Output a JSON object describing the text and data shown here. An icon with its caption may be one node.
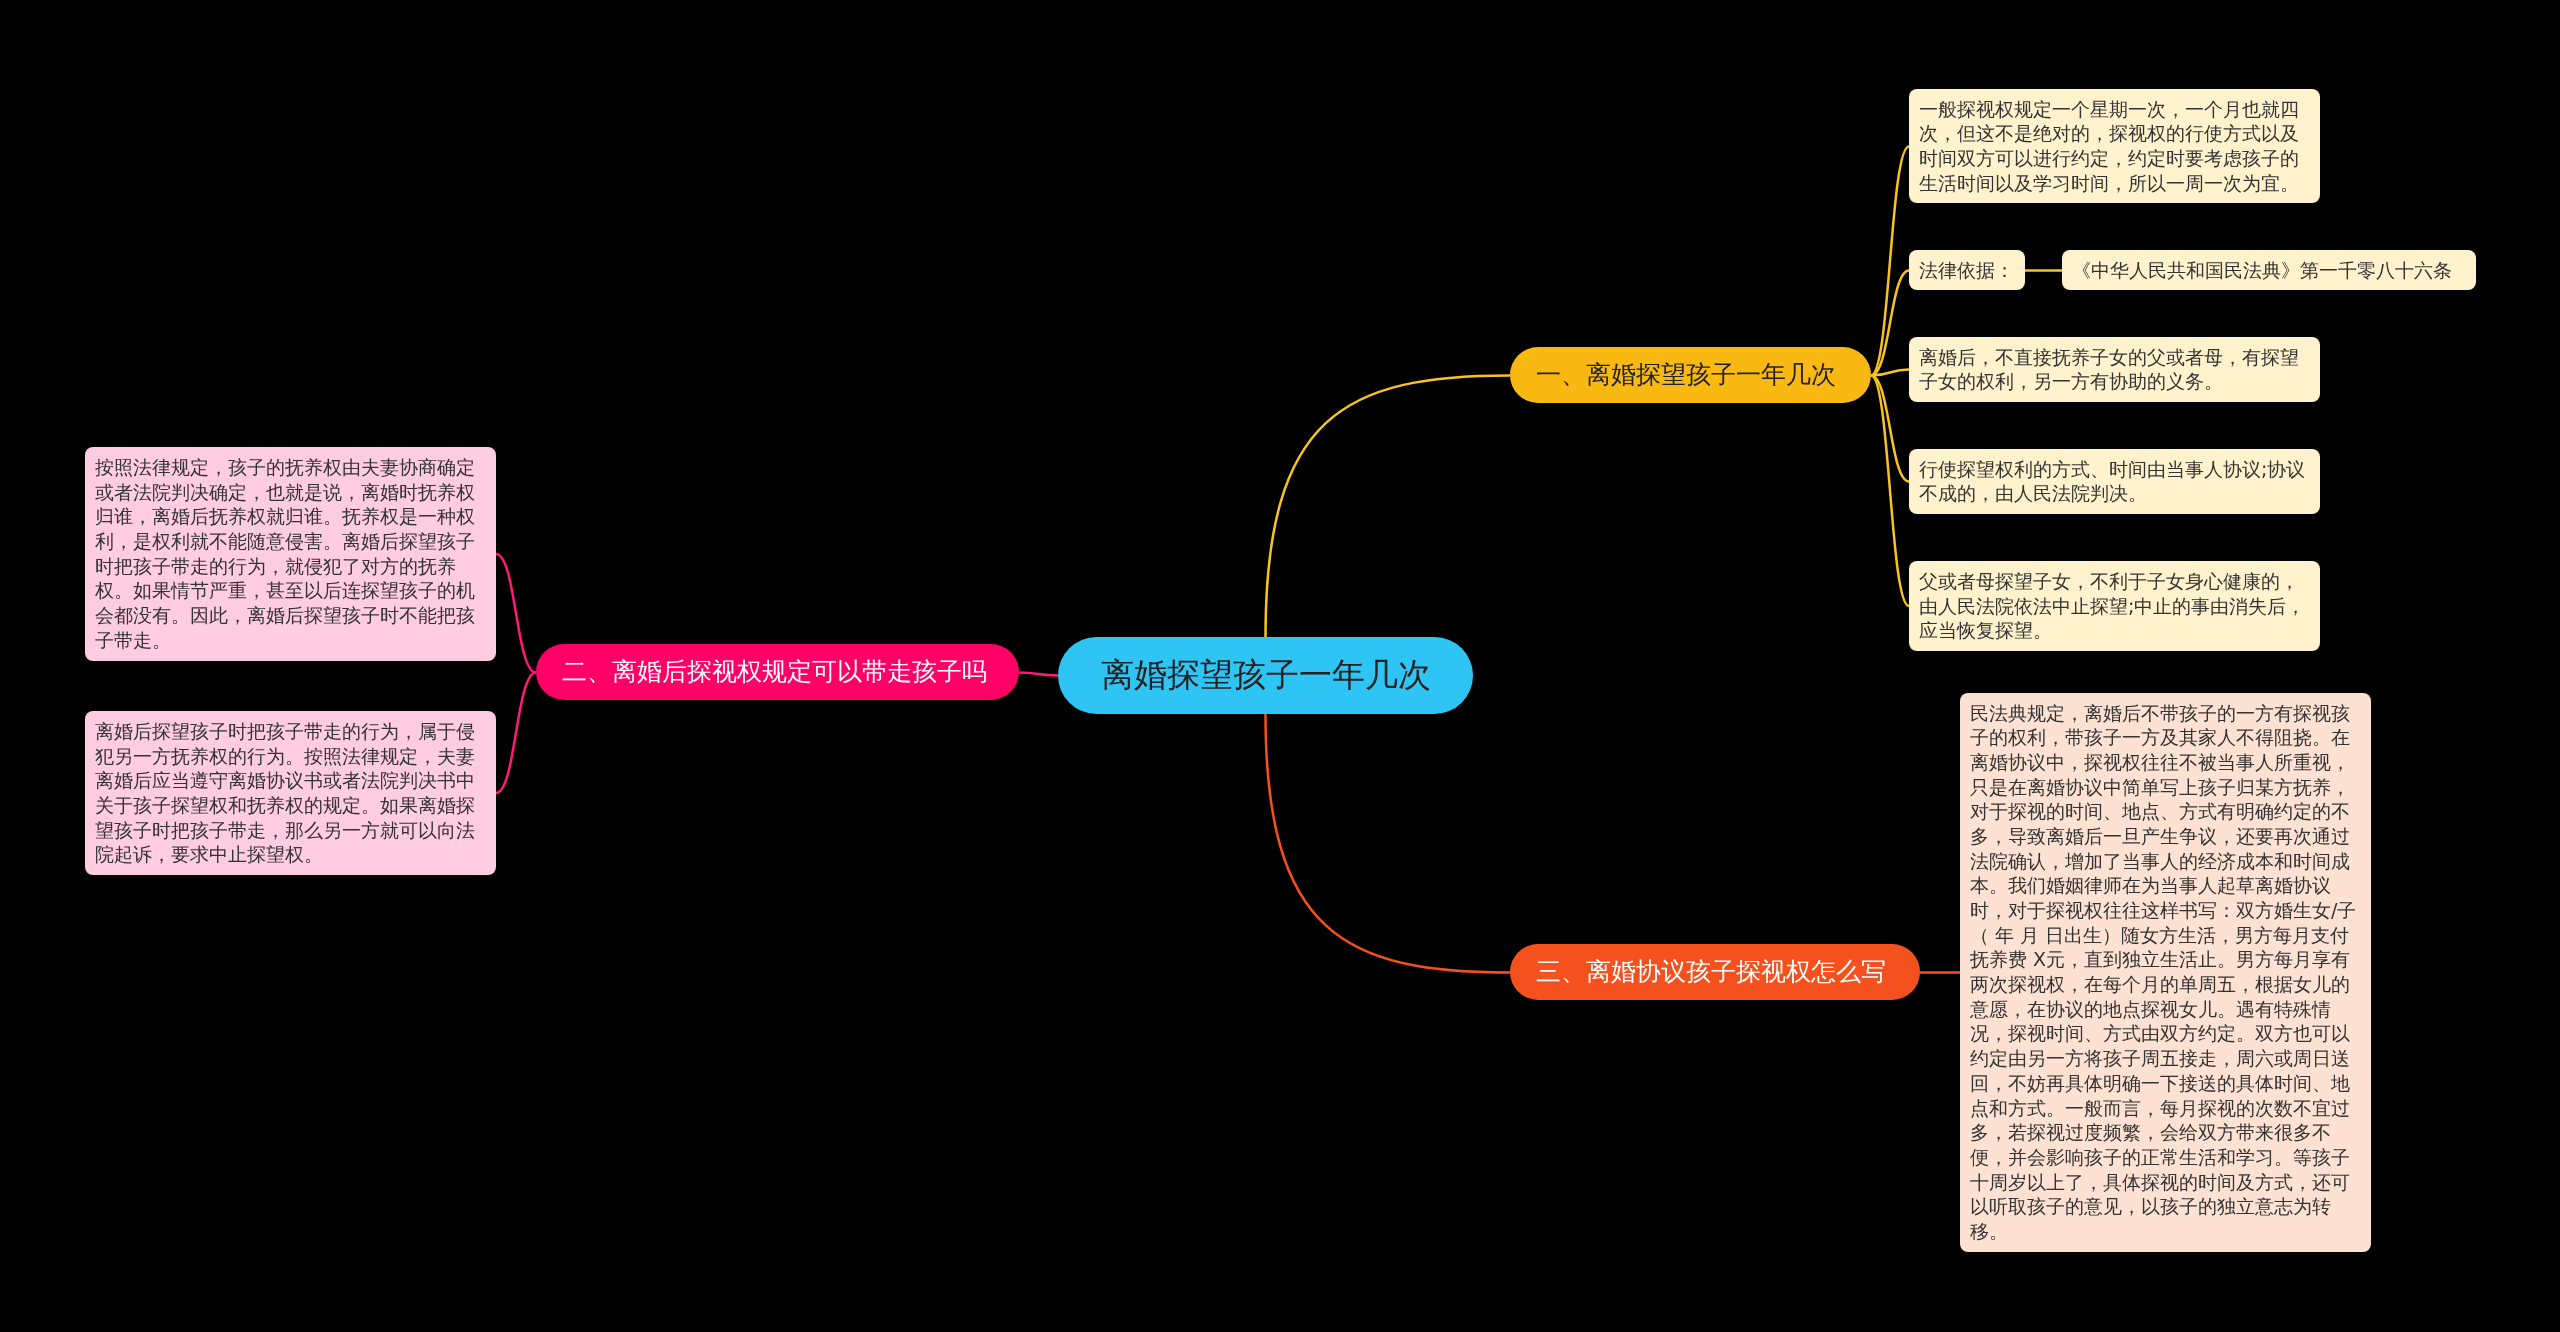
{
  "diagram": {
    "nodes": [
      {
        "text": [
          "离婚探望孩子一年几次"
        ]
      },
      {
        "text": [
          "一、离婚探望孩子一年几次"
        ]
      },
      {
        "text": [
          "一般探视权规定一个星期一次，一个月也就四次，但这不是绝对的，探视权的行使方式以及时间双方可以进行约定，约定时要考虑孩子的生活时间以及学习时间，所以一周一次为宜。"
        ]
      },
      {
        "text": [
          "法律依据："
        ]
      },
      {
        "text": [
          "《中华人民共和国民法典》第一千零八十六条"
        ]
      },
      {
        "text": [
          "离婚后，不直接抚养子女的父或者母，有探望子女的权利，另一方有协助的义务。"
        ]
      },
      {
        "text": [
          "行使探望权利的方式、时间由当事人协议;协议不成的，由人民法院判决。"
        ]
      },
      {
        "text": [
          "父或者母探望子女，不利于子女身心健康的，由人民法院依法中止探望;中止的事由消失后，应当恢复探望。"
        ]
      },
      {
        "text": [
          "二、离婚后探视权规定可以带走孩子吗"
        ]
      },
      {
        "text": [
          "按照法律规定，孩子的抚养权由夫妻协商确定或者法院判决确定，也就是说，离婚时抚养权归谁，离婚后抚养权就归谁。抚养权是一种权利，是权利就不能随意侵害。离婚后探望孩子时把孩子带走的行为，就侵犯了对方的抚养权。如果情节严重，甚至以后连探望孩子的机会都没有。因此，离婚后探望孩子时不能把孩子带走。"
        ]
      },
      {
        "text": [
          "离婚后探望孩子时把孩子带走的行为，属于侵犯另一方抚养权的行为。按照法律规定，夫妻离婚后应当遵守离婚协议书或者法院判决书中关于孩子探望权和抚养权的规定。如果离婚探望孩子时把孩子带走，那么另一方就可以向法院起诉，要求中止探望权。"
        ]
      },
      {
        "text": [
          "三、离婚协议孩子探视权怎么写"
        ]
      },
      {
        "text": [
          "民法典规定，离婚后不带孩子的一方有探视孩子的权利，带孩子一方及其家人不得阻挠。在离婚协议中，探视权往往不被当事人所重视，只是在离婚协议中简单写上孩子归某方抚养，对于探视的时间、地点、方式有明确约定的不多，导致离婚后一旦产生争议，还要再次通过法院确认，增加了当事人的经济成本和时间成本。我们婚姻律师在为当事人起草离婚协议时，对于探视权往往这样书写：双方婚生女/子（ 年 月 日出生）随女方生活，男方每月支付抚养费 X元，直到独立生活止。男方每月享有两次探视权，在每个月的单周五，根据女儿的意愿，在协议的地点探视女儿。遇有特殊情况，探视时间、方式由双方约定。双方也可以约定由另一方将孩子周五接走，周六或周日送回，不妨再具体明确一下接送的具体时间、地点和方式。一般而言，每月探视的次数不宜过多，若探视过度频繁，会给双方带来很多不便，并会影响孩子的正常生活和学习。等孩子十周岁以上了，具体探视的时间及方式，还可以听取孩子的意见，以孩子的独立意志为转移。"
        ]
      }
    ],
    "edges": [
      {
        "from": 0,
        "to": 1,
        "arrow": "none"
      },
      {
        "from": 1,
        "to": 2,
        "arrow": "none"
      },
      {
        "from": 1,
        "to": 3,
        "arrow": "none"
      },
      {
        "from": 3,
        "to": 4,
        "arrow": "none"
      },
      {
        "from": 1,
        "to": 5,
        "arrow": "none"
      },
      {
        "from": 1,
        "to": 6,
        "arrow": "none"
      },
      {
        "from": 1,
        "to": 7,
        "arrow": "none"
      },
      {
        "from": 0,
        "to": 8,
        "arrow": "none",
        "color": "#ff1a75"
      },
      {
        "from": 8,
        "to": 9,
        "arrow": "none",
        "color": "#ff1a75"
      },
      {
        "from": 8,
        "to": 10,
        "arrow": "none",
        "color": "#ff1a75"
      },
      {
        "from": 0,
        "to": 11,
        "arrow": "none",
        "color": "#f4511e"
      },
      {
        "from": 11,
        "to": 12,
        "arrow": "none",
        "color": "#f4511e"
      }
    ]
  }
}
